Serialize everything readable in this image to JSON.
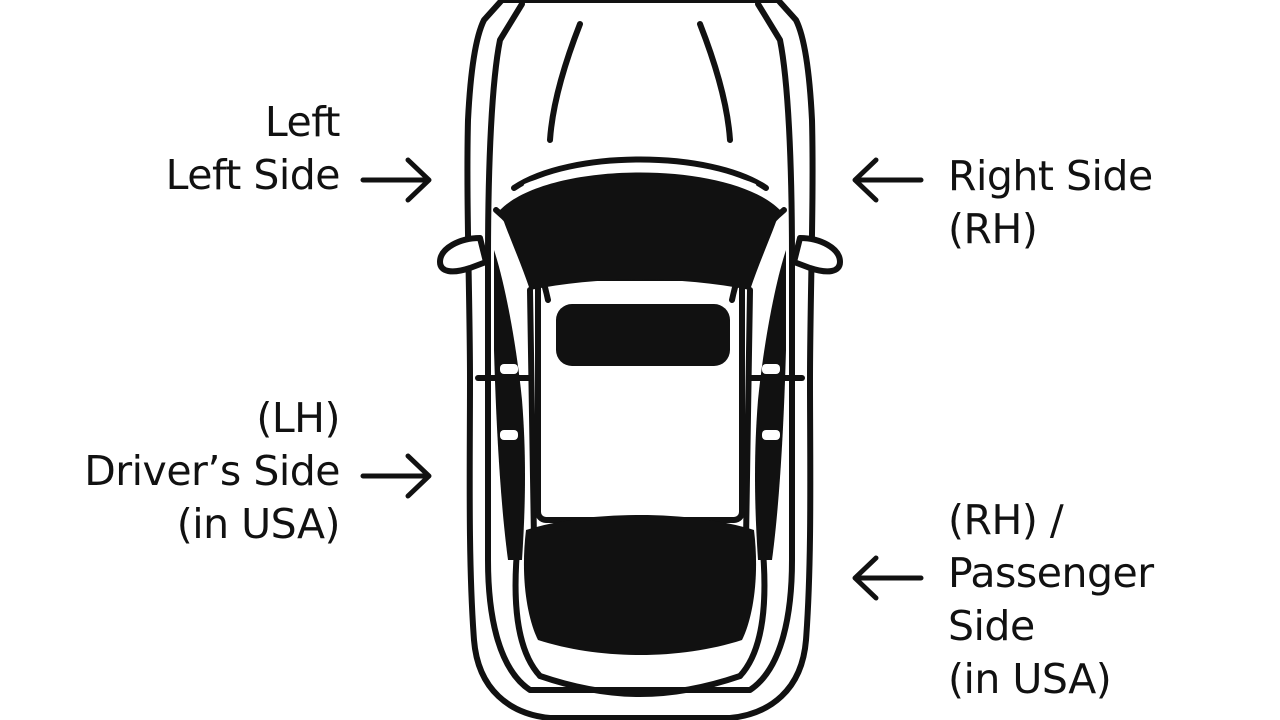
{
  "labels": {
    "left_side": {
      "lines": [
        "Left",
        "Left Side"
      ]
    },
    "driver_side": {
      "lines": [
        "(LH)",
        "Driver’s Side",
        "(in USA)"
      ]
    },
    "right_side": {
      "lines": [
        "Right Side",
        "(RH)"
      ]
    },
    "passenger_side": {
      "lines": [
        "(RH) /",
        "Passenger",
        "Side",
        "(in USA)"
      ]
    }
  },
  "colors": {
    "ink": "#111111",
    "background": "#ffffff"
  },
  "icons": {
    "vehicle": "car-top-view-icon",
    "arrow_right": "arrow-right-icon",
    "arrow_left": "arrow-left-icon"
  }
}
